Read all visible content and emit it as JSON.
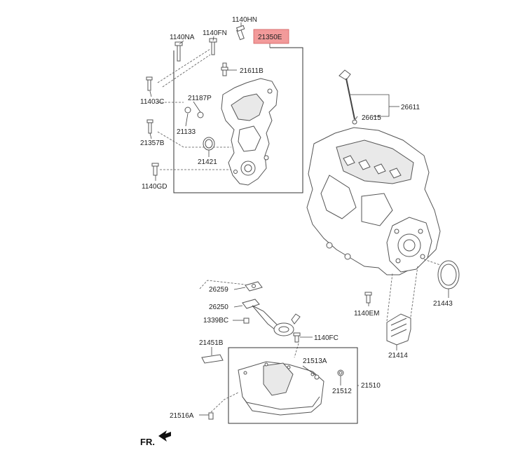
{
  "highlight_color": "#f29a9a",
  "labels": {
    "p1140HN": "1140HN",
    "p1140NA": "1140NA",
    "p1140FN": "1140FN",
    "p21350E": "21350E",
    "p21611B": "21611B",
    "p11403C": "11403C",
    "p21187P": "21187P",
    "p21133": "21133",
    "p21357B": "21357B",
    "p21421": "21421",
    "p1140GD": "1140GD",
    "p26611": "26611",
    "p26615": "26615",
    "p26259": "26259",
    "p26250": "26250",
    "p1339BC": "1339BC",
    "p1140FC": "1140FC",
    "p1140EM": "1140EM",
    "p21443": "21443",
    "p21414": "21414",
    "p21451B": "21451B",
    "p21513A": "21513A",
    "p21512": "21512",
    "p21510": "21510",
    "p21516A": "21516A"
  },
  "direction_marker": "FR."
}
